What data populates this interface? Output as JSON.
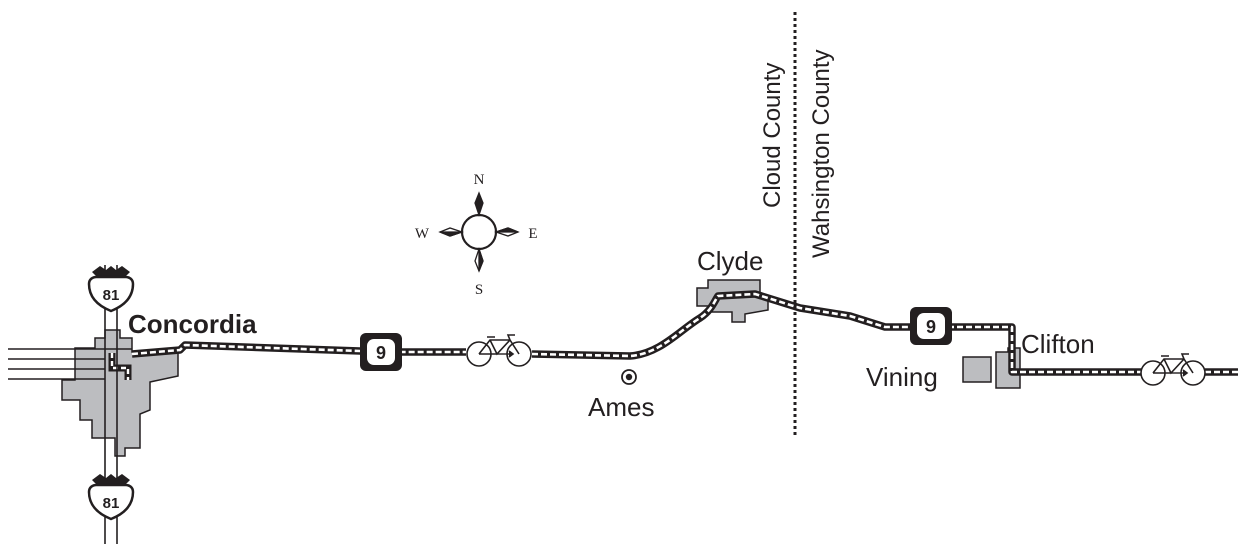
{
  "towns": {
    "concordia": "Concordia",
    "ames": "Ames",
    "clyde": "Clyde",
    "clifton": "Clifton",
    "vining": "Vining"
  },
  "county_lines": {
    "west": "Cloud County",
    "east": "Wahsington County"
  },
  "compass": {
    "north": "N",
    "south": "S",
    "east": "E",
    "west": "W"
  },
  "routes": {
    "us_highway": "81",
    "state_highway": "9"
  },
  "icons": {
    "bicycle": "bicycle-icon",
    "compass": "compass-rose-icon",
    "town_point": "town-point-icon",
    "us_shield": "us-route-shield-icon",
    "state_shield": "state-route-shield-icon"
  },
  "colors": {
    "ink": "#231f20",
    "town_fill": "#bcbdc0",
    "route_fill": "#ffffff"
  }
}
